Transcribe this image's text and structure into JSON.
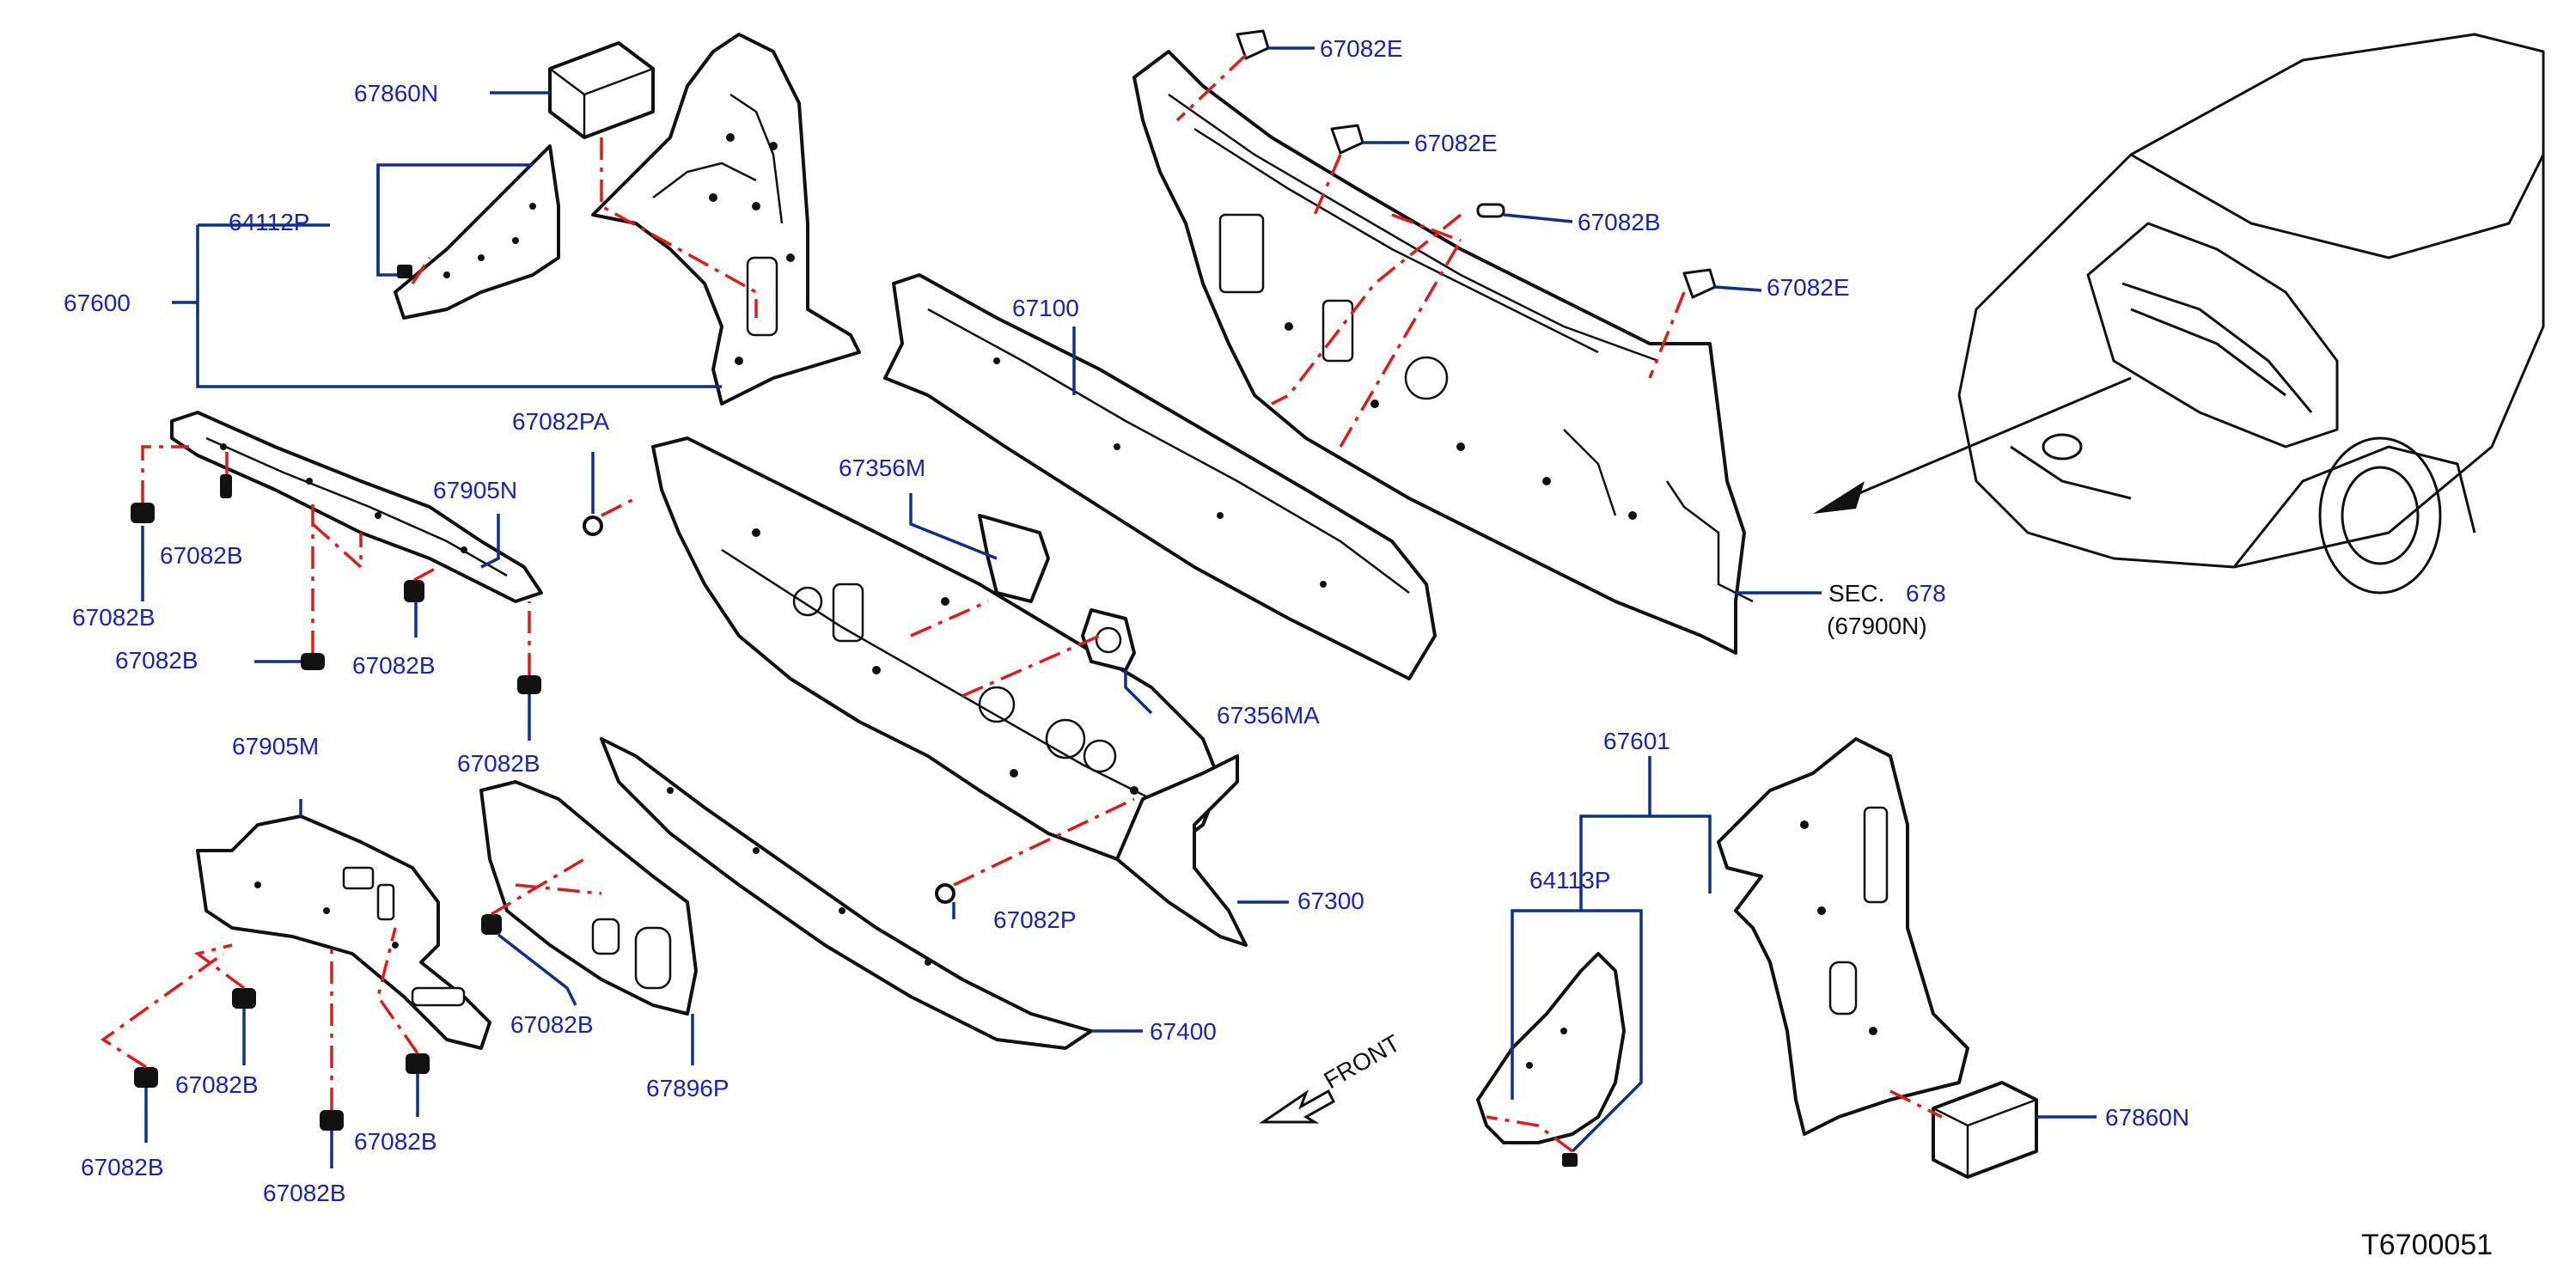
{
  "labels": {
    "p67860N_a": "67860N",
    "p64112P": "64112P",
    "p67600": "67600",
    "p67082PA": "67082PA",
    "p67905N": "67905N",
    "p67082B_1": "67082B",
    "p67082B_2": "67082B",
    "p67082B_3": "67082B",
    "p67082B_4": "67082B",
    "p67082B_5": "67082B",
    "p67100": "67100",
    "p67356M": "67356M",
    "p67356MA": "67356MA",
    "p67082E_1": "67082E",
    "p67082E_2": "67082E",
    "p67082B_top": "67082B",
    "p67082E_3": "67082E",
    "sec_prefix": "SEC.",
    "sec_number": "678",
    "sec_sub": "(67900N)",
    "p67905M": "67905M",
    "p67082B_6": "67082B",
    "p67082B_7": "67082B",
    "p67082B_8": "67082B",
    "p67082B_9": "67082B",
    "p67082B_10": "67082B",
    "p67896P": "67896P",
    "p67400": "67400",
    "p67082P": "67082P",
    "p67300": "67300",
    "front": "FRONT",
    "p67601": "67601",
    "p64113P": "64113P",
    "p67860N_b": "67860N",
    "diagram_code": "T6700051"
  },
  "colors": {
    "label_blue": "#1a23b8",
    "leader_blue": "#0f2f8a",
    "dashed_red": "#e01b1b",
    "outline": "#111111"
  }
}
